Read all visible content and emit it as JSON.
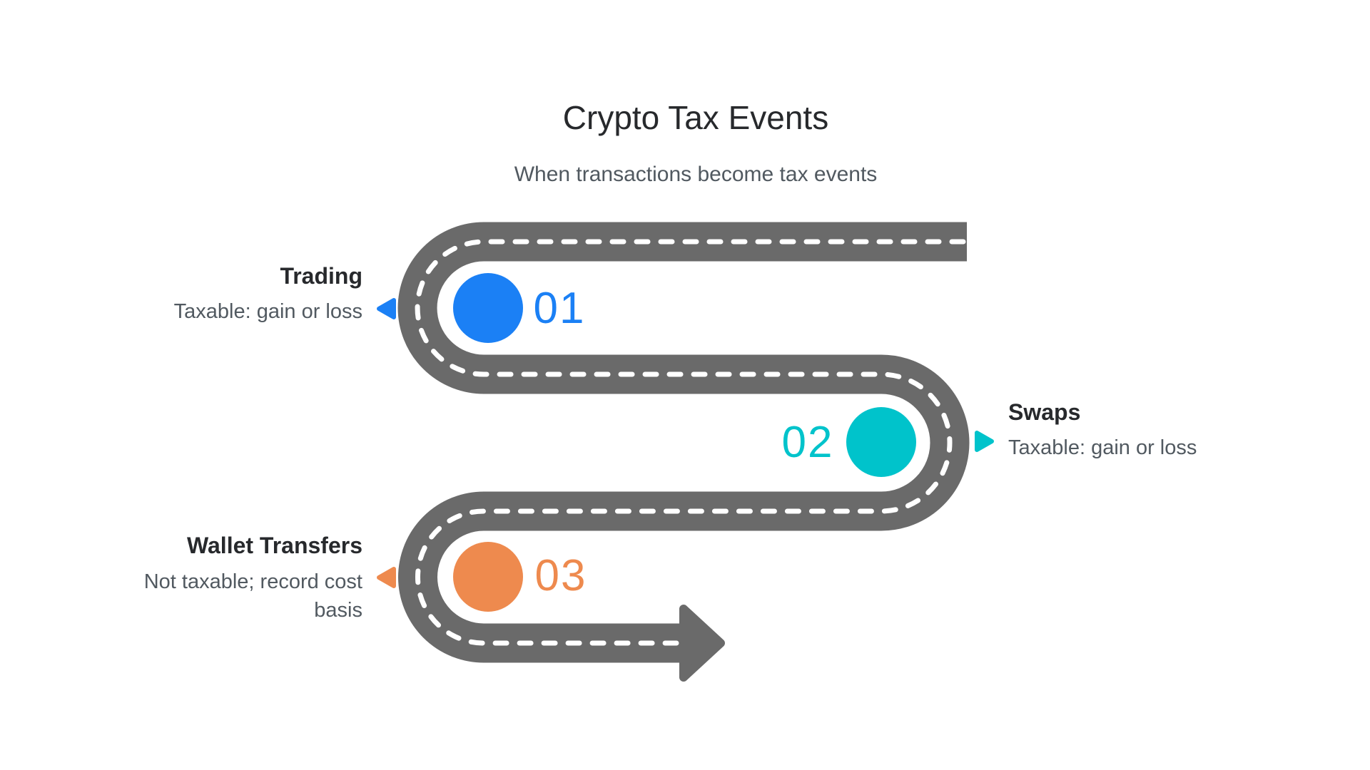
{
  "header": {
    "title": "Crypto Tax Events",
    "subtitle": "When transactions become tax events"
  },
  "road": {
    "color": "#6a6a6a",
    "dash_color": "#ffffff"
  },
  "milestones": [
    {
      "number": "01",
      "name": "Trading",
      "description": "Taxable: gain or loss",
      "color": "#1b80f5",
      "side": "left"
    },
    {
      "number": "02",
      "name": "Swaps",
      "description": "Taxable: gain or loss",
      "color": "#00c3cb",
      "side": "right"
    },
    {
      "number": "03",
      "name": "Wallet Transfers",
      "description": "Not taxable; record cost basis",
      "color": "#ee8a4e",
      "side": "left"
    }
  ]
}
